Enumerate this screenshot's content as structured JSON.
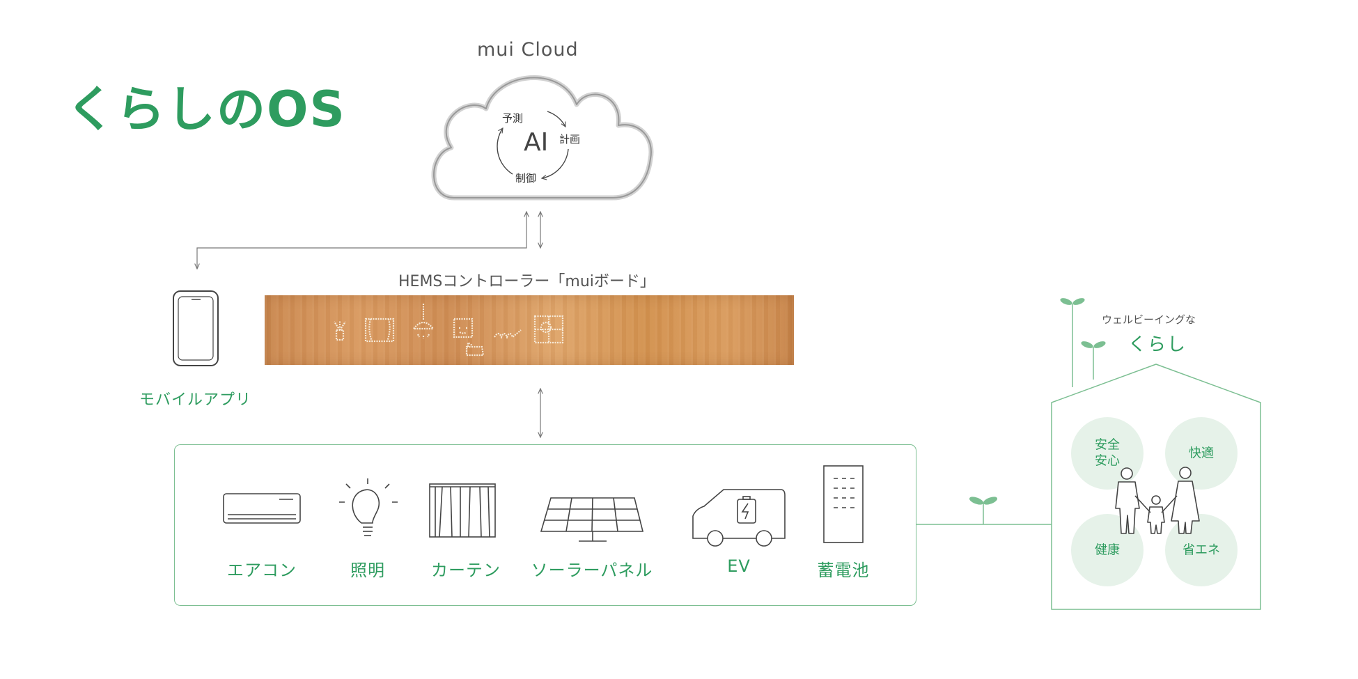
{
  "title": "くらしのOS",
  "cloud": {
    "label": "mui Cloud",
    "ai": "AI",
    "cycle": [
      "予測",
      "計画",
      "制御"
    ]
  },
  "hems": {
    "label": "HEMSコントローラー「muiボード」"
  },
  "mobile": {
    "label": "モバイルアプリ"
  },
  "devices": [
    {
      "label": "エアコン",
      "icon": "air-conditioner-icon"
    },
    {
      "label": "照明",
      "icon": "light-bulb-icon"
    },
    {
      "label": "カーテン",
      "icon": "curtain-icon"
    },
    {
      "label": "ソーラーパネル",
      "icon": "solar-panel-icon"
    },
    {
      "label": "EV",
      "icon": "ev-car-icon"
    },
    {
      "label": "蓄電池",
      "icon": "battery-storage-icon"
    }
  ],
  "wellbeing": {
    "small": "ウェルビーイングな",
    "big": "くらし",
    "circles": [
      "安全\n安心",
      "快適",
      "健康",
      "省エネ"
    ]
  },
  "colors": {
    "green": "#2e9c5f",
    "light_green": "#e6f2e9",
    "line": "#7cbf92",
    "wood": "#d4935a"
  }
}
